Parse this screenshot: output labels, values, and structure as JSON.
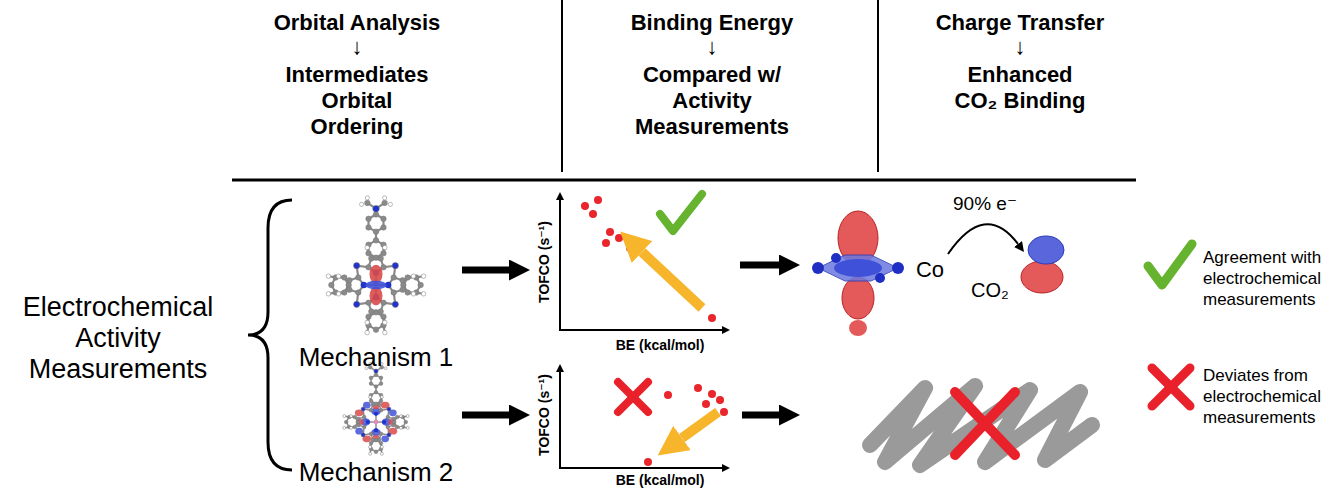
{
  "diagram": {
    "nodes": [
      {
        "text": [
          "Mechanism 1"
        ]
      },
      {
        "text": [
          "TOFCO (s⁻¹)",
          "BE (kcal/mol)"
        ]
      },
      {
        "text": [
          "90% e⁻",
          "Co",
          "CO₂"
        ]
      },
      {
        "text": [
          "Mechanism 2"
        ]
      },
      {
        "text": [
          "TOFCO (s⁻¹)",
          "BE (kcal/mol)"
        ]
      }
    ],
    "edges": [
      {
        "from": 0,
        "to": 1,
        "arrow": "to"
      },
      {
        "from": 1,
        "to": 2,
        "arrow": "to"
      },
      {
        "from": 3,
        "to": 4,
        "arrow": "to"
      }
    ],
    "labels": [
      "Orbital Analysis",
      "↓",
      "Intermediates Orbital Ordering",
      "Binding Energy",
      "↓",
      "Compared w/ Activity Measurements",
      "Charge Transfer",
      "↓",
      "Enhanced CO₂ Binding",
      "Electrochemical Activity Measurements"
    ],
    "legend": [
      {
        "text": "Agreement with electrochemical measurements"
      },
      {
        "text": "Deviates from electrochemical measurements"
      }
    ]
  }
}
